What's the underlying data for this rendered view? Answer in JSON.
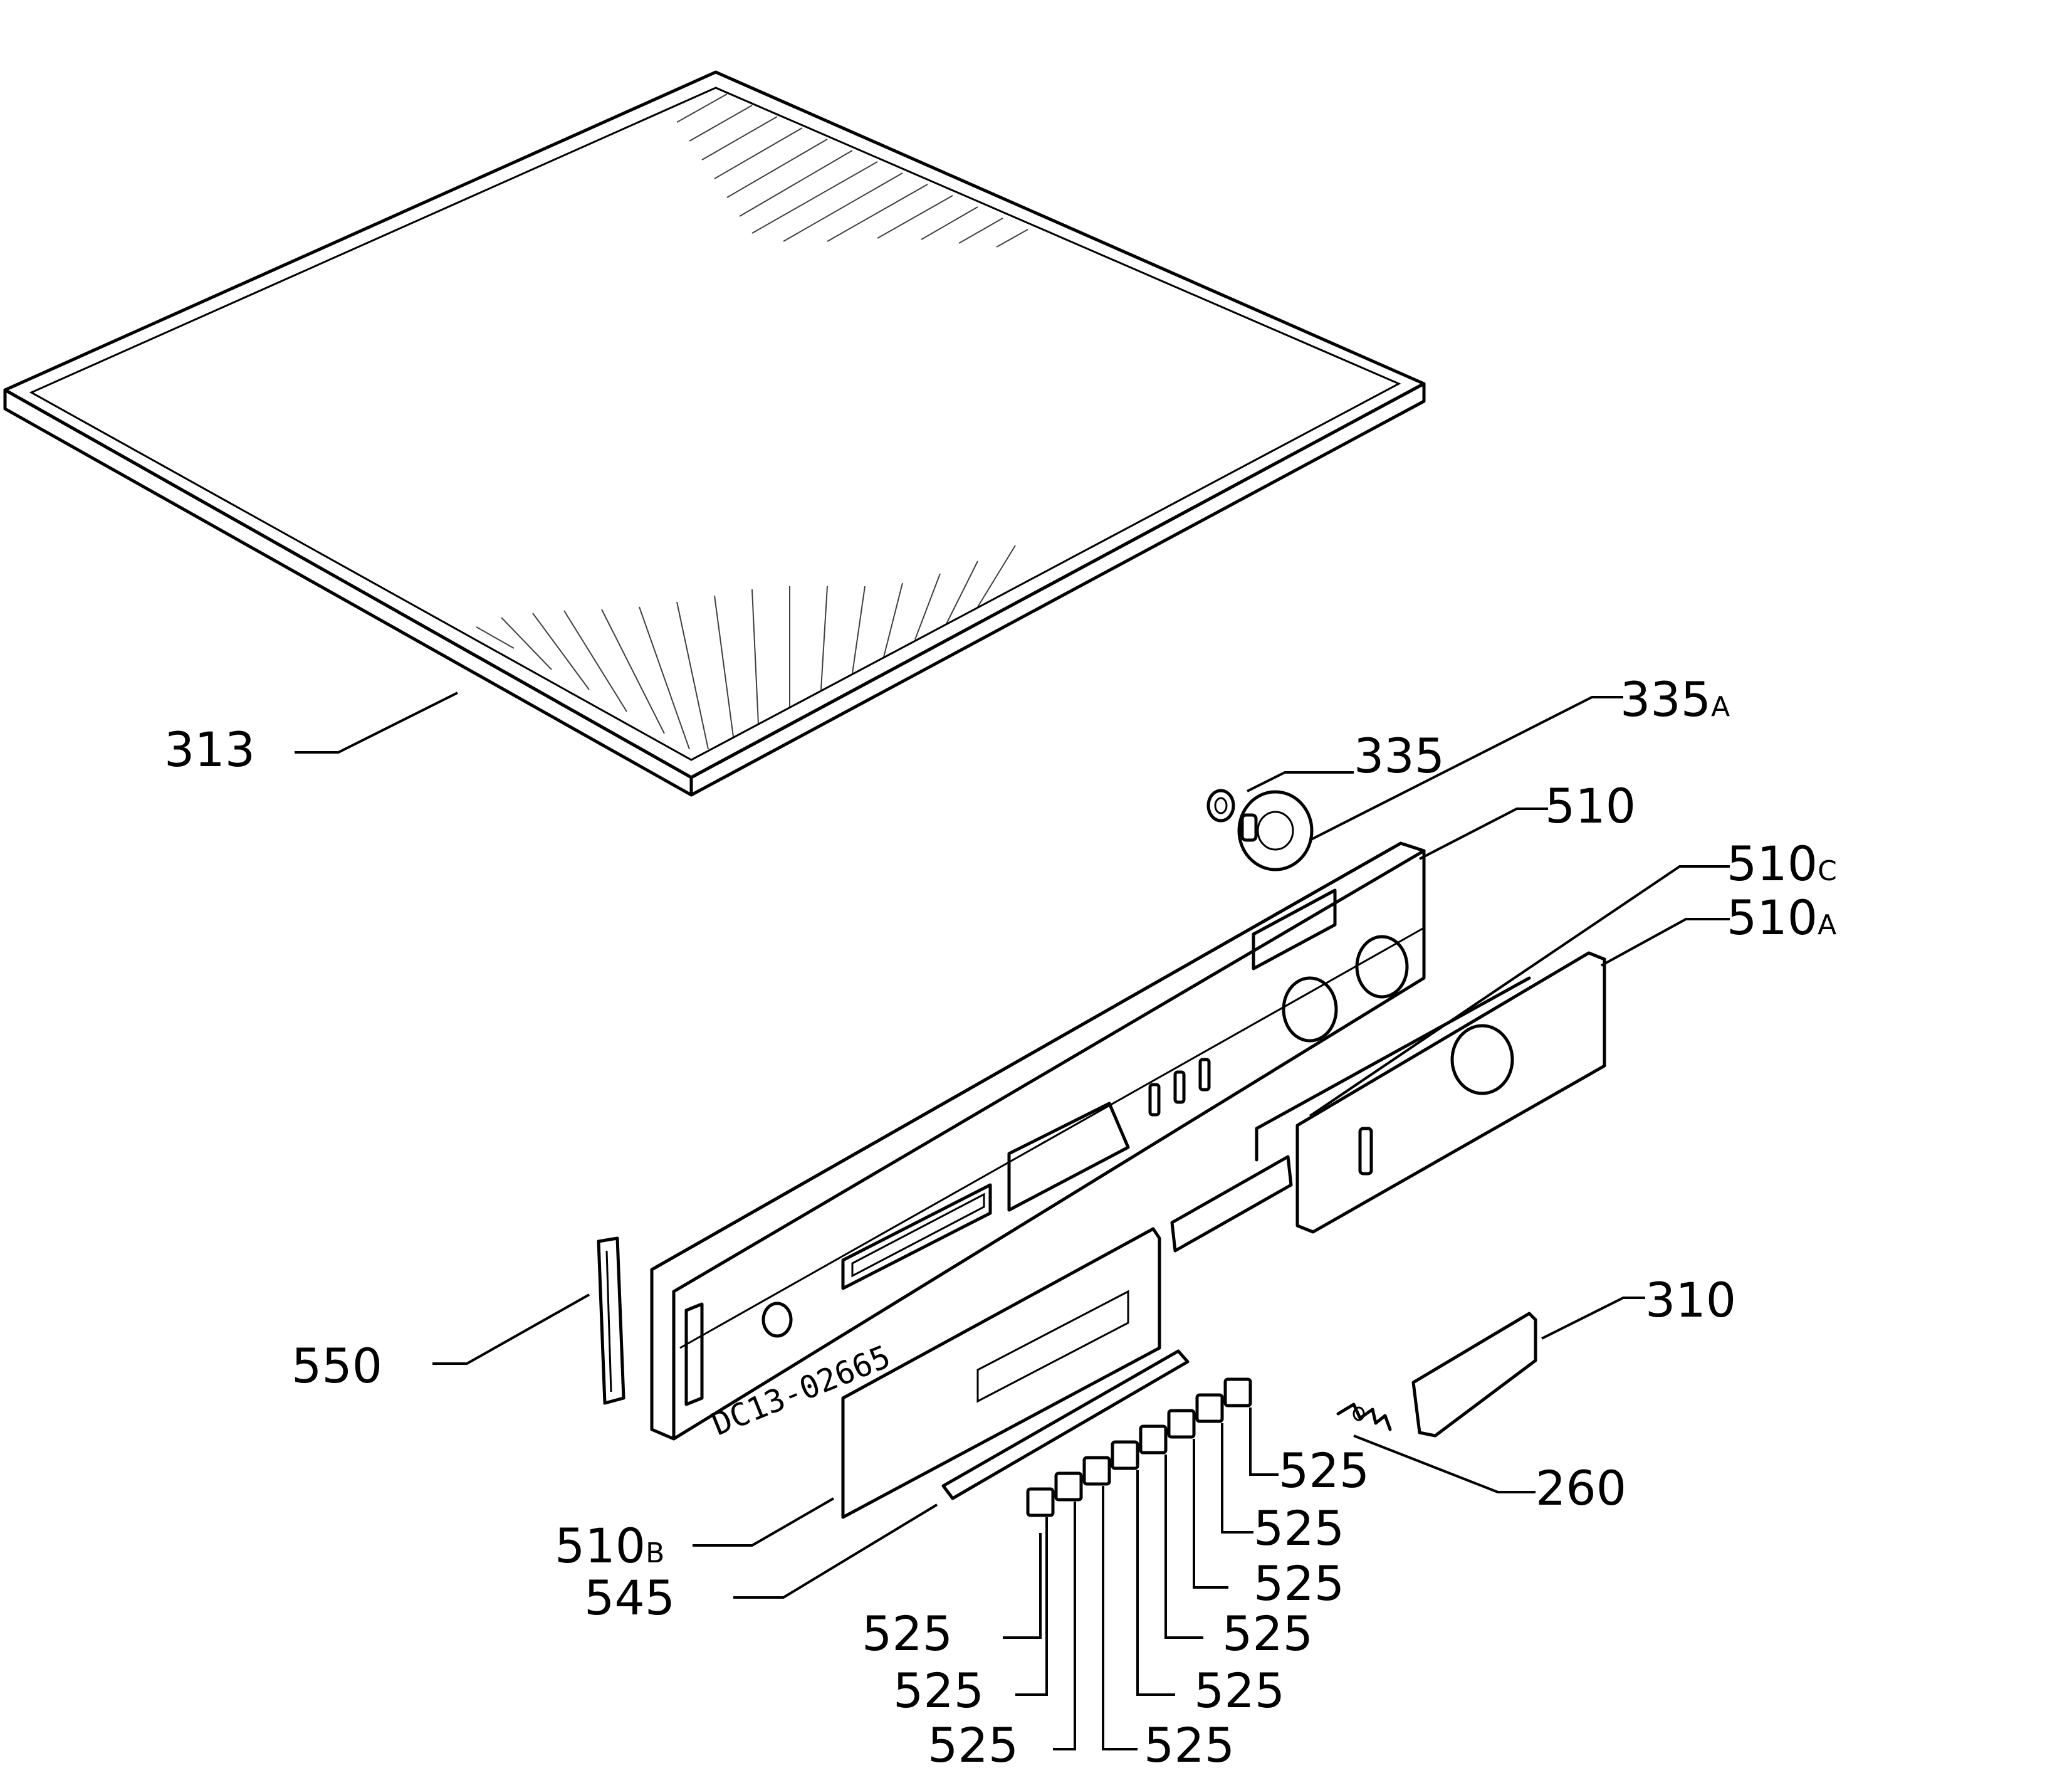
{
  "labels": {
    "p313": "313",
    "p335": "335",
    "p335a": "335",
    "p335a_suffix": "A",
    "p510": "510",
    "p510c": "510",
    "p510c_suffix": "C",
    "p510a": "510",
    "p510a_suffix": "A",
    "p310": "310",
    "p550": "550",
    "p260": "260",
    "p510b": "510",
    "p510b_suffix": "B",
    "p545": "545",
    "p525": "525"
  },
  "marking": "DC13-02665"
}
